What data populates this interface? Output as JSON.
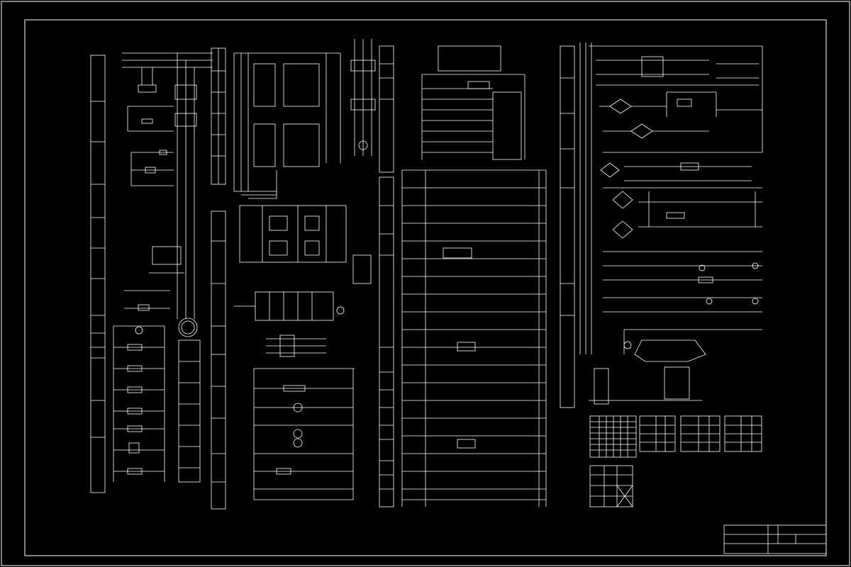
{
  "drawing": {
    "background": "#000000",
    "line_color": "#ffffff",
    "border_label": "",
    "sections": [
      {
        "id": "col-power-labels"
      },
      {
        "id": "col-terminal-strip-1"
      },
      {
        "id": "col-control-relays"
      },
      {
        "id": "col-function-labels-mid"
      },
      {
        "id": "col-ladder-main"
      },
      {
        "id": "col-function-labels-right"
      },
      {
        "id": "col-bridge-circuits"
      },
      {
        "id": "tables-lower-right"
      }
    ]
  },
  "tables": {
    "table_a_title": "",
    "table_b_title": "",
    "table_c_title": "",
    "table_d_title": "",
    "table_e_title": ""
  },
  "title_block": {
    "drawing_name": "",
    "scale": "",
    "institution": ""
  }
}
